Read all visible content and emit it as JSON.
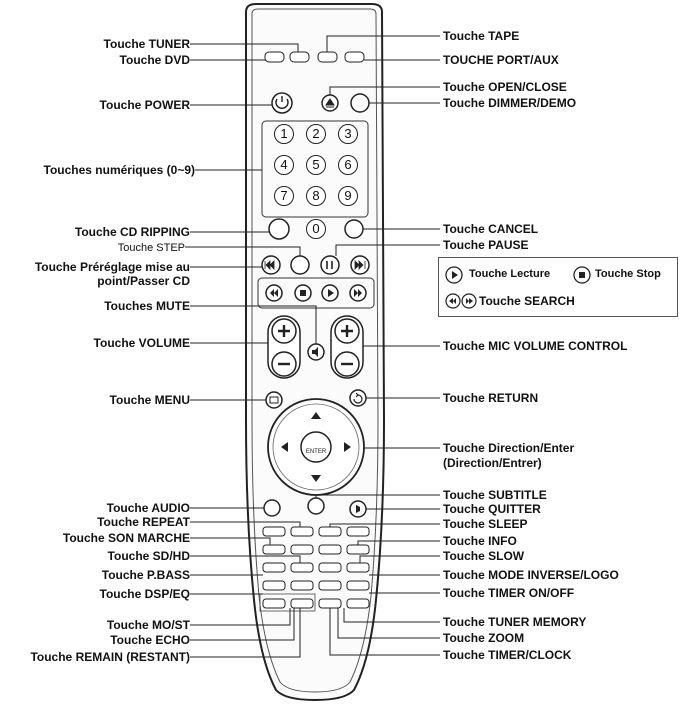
{
  "labels_left": {
    "tuner": "Touche TUNER",
    "dvd": "Touche DVD",
    "power": "Touche POWER",
    "numeric": "Touches numériques (0~9)",
    "cd_ripping": "Touche CD RIPPING",
    "step": "Touche STEP",
    "preset": "Touche Préréglage mise au point/Passer CD",
    "mute": "Touches  MUTE",
    "volume": "Touche VOLUME",
    "menu": "Touche MENU",
    "audio": "Touche AUDIO",
    "repeat": "Touche REPEAT",
    "son_marche": "Touche SON MARCHE",
    "sd_hd": "Touche SD/HD",
    "pbass": "Touche P.BASS",
    "dsp_eq": "Touche DSP/EQ",
    "mo_st": "Touche MO/ST",
    "echo": "Touche ECHO",
    "remain": "Touche REMAIN (RESTANT)"
  },
  "labels_right": {
    "tape": "Touche TAPE",
    "port_aux": "TOUCHE PORT/AUX",
    "open_close": "Touche OPEN/CLOSE",
    "dimmer": "Touche DIMMER/DEMO",
    "cancel": "Touche CANCEL",
    "pause": "Touche PAUSE",
    "mic_volume": "Touche MIC VOLUME CONTROL",
    "return": "Touche RETURN",
    "direction": "Touche Direction/Enter (Direction/Entrer)",
    "subtitle": "Touche SUBTITLE",
    "quitter": "Touche QUITTER",
    "sleep": "Touche SLEEP",
    "info": "Touche INFO",
    "slow": "Touche SLOW",
    "mode_inverse": "Touche MODE INVERSE/LOGO",
    "timer_onoff": "Touche TIMER ON/OFF",
    "tuner_memory": "Touche TUNER MEMORY",
    "zoom": "Touche ZOOM",
    "timer_clock": "Touche TIMER/CLOCK"
  },
  "legend": {
    "play": "Touche Lecture",
    "stop": "Touche Stop",
    "search": "Touche SEARCH"
  },
  "remote": {
    "numbers": [
      "1",
      "2",
      "3",
      "4",
      "5",
      "6",
      "7",
      "8",
      "9",
      "0"
    ],
    "enter": "ENTER"
  }
}
